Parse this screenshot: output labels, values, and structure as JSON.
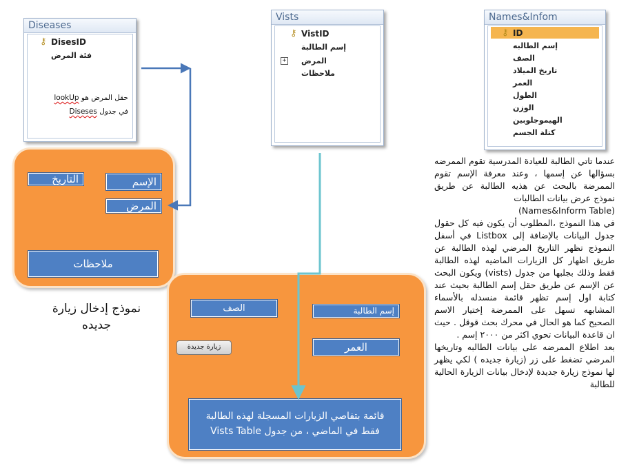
{
  "tables": {
    "diseases": {
      "title": "Diseases",
      "fields": [
        "DisesID",
        "فئة المرض"
      ],
      "note": [
        "حقل المرض هو",
        "lookUp",
        "في جدول",
        "Diseses"
      ]
    },
    "visits": {
      "title": "Vists",
      "fields": [
        "VistID",
        "إسم الطالبة",
        "المرض",
        "ملاحظات"
      ],
      "expander": "+"
    },
    "names": {
      "title": "Names&Infom",
      "fields": [
        "ID",
        "إسم الطالبه",
        "الصف",
        "تاريخ الميلاد",
        "العمر",
        "الطول",
        "الوزن",
        "الهيموجلوبين",
        "كتلة الجسم"
      ]
    }
  },
  "visit_form": {
    "date_label": "التاريخ",
    "name_label": "الإسم",
    "disease_label": "المرض",
    "notes_label": "ملاحظات",
    "caption": "نموذج إدخال زيارة جديده"
  },
  "student_form": {
    "grade_label": "الصف",
    "student_name_label": "إسم الطالبة",
    "new_visit_button": "زيارة جديدة",
    "age_label": "العمر",
    "visits_list_line1": "قائمة بتفاصي الزيارات المسجلة لهذه الطالبة",
    "visits_list_line2": "فقط في الماضي ، من جدول Vists Table"
  },
  "description": {
    "p1": "عندما تاتي الطالبة للعيادة المدرسية تقوم الممرضه بسؤالها عن إسمها ، وعند معرفة الإسم تقوم الممرضة بالبحث عن هذيه الطالبة عن طريق نموذج عرض بيانات الطالبات",
    "p1_table": "(Names&Inform Table)",
    "p2": "في هذا النموذج ،المطلوب أن يكون فيه كل حقول جدول البيانات بالإضافة إلى Listbox في أسفل النموذج تظهر التاريخ المرضي لهذه الطالبة عن طريق اظهار كل الزيارات الماضيه لهذه الطالبة فقط وذلك بجلبها من جدول (vists) ويكون البحث عن الإسم عن طريق حقل إسم الطالبة بحيث عند كتابة اول إسم تظهر قائمة منسدله بالأسماء المشابهه تسهل على الممرضة إختيار الاسم الصحيح كما هو الحال في محرك بحث قوقل . حيث ان قاعدة البيانات تحوي اكثر من ٢٠٠٠ إسم .",
    "p3": "بعد اطلاع الممرضه على بيانات الطالبه وتاريخها المرضي تضغط على زر (زيارة جديده ) لكي يظهر لها نموذج زيارة جديدة لإدخال بيانات الزيارة الحالية للطالبة"
  },
  "colors": {
    "panel": "#f7963e",
    "control": "#4e80c4",
    "arrow_blue": "#4a78b8",
    "arrow_teal": "#6cc4cf",
    "id_highlight": "#f5b54f"
  }
}
